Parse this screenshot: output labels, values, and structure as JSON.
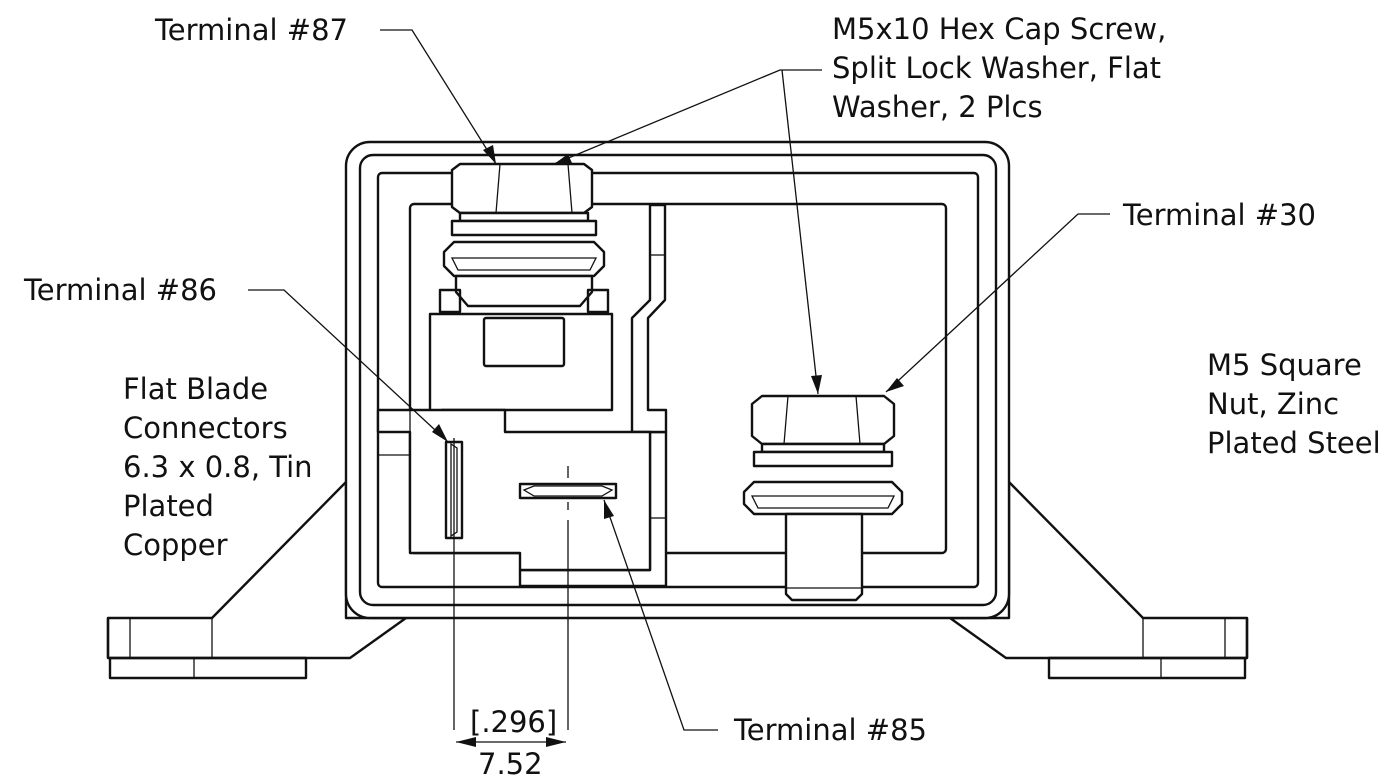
{
  "callouts": {
    "terminal_87": "Terminal #87",
    "screw": "M5x10 Hex Cap Screw,\nSplit Lock Washer, Flat\nWasher, 2 Plcs",
    "terminal_30": "Terminal #30",
    "terminal_86": "Terminal #86",
    "blade": "Flat Blade\nConnectors\n6.3 x 0.8, Tin\nPlated\nCopper",
    "square_nut": "M5 Square\nNut, Zinc\nPlated Steel",
    "terminal_85": "Terminal #85"
  },
  "dimension": {
    "inch": "[.296]",
    "mm": "7.52"
  }
}
